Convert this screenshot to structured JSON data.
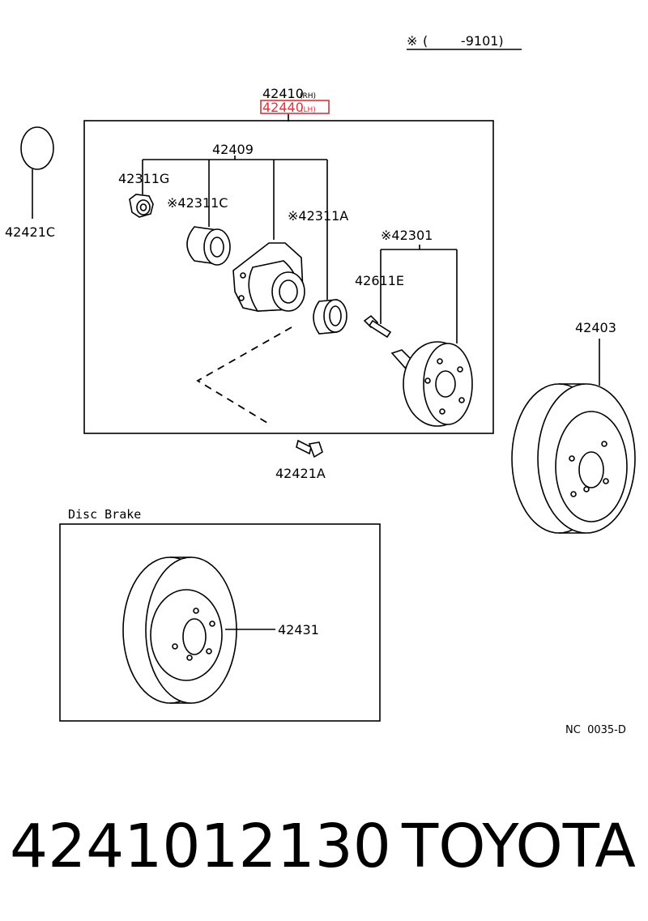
{
  "header": {
    "note_mark": "※",
    "note_range": "(        -9101)"
  },
  "assembly": {
    "rh_number": "42410",
    "rh_side": "(RH)",
    "lh_number": "42440",
    "lh_side": "(LH)",
    "highlight_color": "#e0303a"
  },
  "parts": {
    "p42409": "42409",
    "p42311G": "42311G",
    "p42311C": "※42311C",
    "p42311A": "※42311A",
    "p42301": "※42301",
    "p42611E": "42611E",
    "p42421C": "42421C",
    "p42421A": "42421A",
    "p42403": "42403",
    "p42431": "42431"
  },
  "disc_brake": {
    "title": "Disc Brake"
  },
  "footer": {
    "ref_code": "NC  0035-D",
    "part_number": "4241012130",
    "brand": "TOYOTA"
  }
}
